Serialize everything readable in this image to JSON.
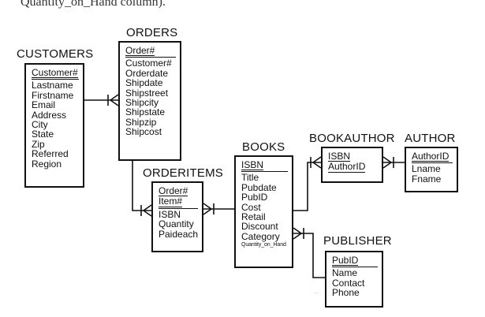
{
  "caption": "Quantity_on_Hand column).",
  "entities": {
    "customers": {
      "title": "CUSTOMERS",
      "fields": [
        "Customer#",
        "Lastname",
        "Firstname",
        "Email",
        "Address",
        "City",
        "State",
        "Zip",
        "Referred",
        "Region"
      ]
    },
    "orders": {
      "title": "ORDERS",
      "fields": [
        "Order#",
        "Customer#",
        "Orderdate",
        "Shipdate",
        "Shipstreet",
        "Shipcity",
        "Shipstate",
        "Shipzip",
        "Shipcost"
      ]
    },
    "orderitems": {
      "title": "ORDERITEMS",
      "fields": [
        "Order#",
        "Item#",
        "ISBN",
        "Quantity",
        "Paideach"
      ]
    },
    "books": {
      "title": "BOOKS",
      "fields": [
        "ISBN",
        "Title",
        "Pubdate",
        "PubID",
        "Cost",
        "Retail",
        "Discount",
        "Category",
        "Quantity_on_Hand"
      ]
    },
    "bookauthor": {
      "title": "BOOKAUTHOR",
      "fields": [
        "ISBN",
        "AuthorID"
      ]
    },
    "author": {
      "title": "AUTHOR",
      "fields": [
        "AuthorID",
        "Lname",
        "Fname"
      ]
    },
    "publisher": {
      "title": "PUBLISHER",
      "fields": [
        "PubID",
        "Name",
        "Contact",
        "Phone"
      ]
    }
  }
}
